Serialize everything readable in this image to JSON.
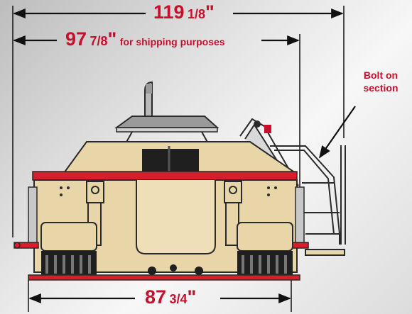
{
  "dimensions": {
    "overall": {
      "whole": "119",
      "fraction": "1/8",
      "unit": "\""
    },
    "shipping": {
      "whole": "97",
      "fraction": "7/8",
      "unit": "\"",
      "note": "for shipping purposes"
    },
    "base": {
      "whole": "87",
      "fraction": "3/4",
      "unit": "\""
    }
  },
  "callout": {
    "line1": "Bolt on",
    "line2": "section"
  },
  "colors": {
    "accent": "#c8102e",
    "body": "#e8d5a8",
    "frame_red": "#d81e2c",
    "dark": "#2a2a2a",
    "dim_line": "#111111"
  }
}
